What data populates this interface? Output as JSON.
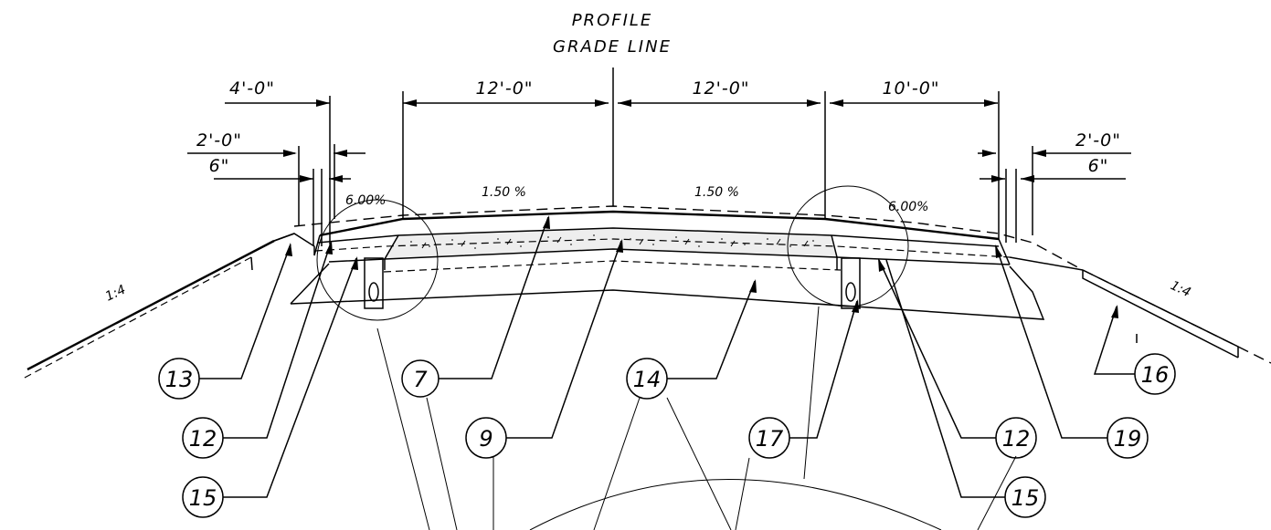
{
  "title": {
    "line1": "PROFILE",
    "line2": "GRADE LINE"
  },
  "dimensions": {
    "left_shoulder": "4'-0\"",
    "lane_left": "12'-0\"",
    "lane_right": "12'-0\"",
    "right_shoulder": "10'-0\"",
    "left_offset": "2'-0\"",
    "left_curb": "6\"",
    "right_offset": "2'-0\"",
    "right_curb": "6\""
  },
  "slopes": {
    "left_shoulder": "6.00%",
    "left_lane": "1.50 %",
    "right_lane": "1.50 %",
    "right_shoulder": "6.00%",
    "left_side": "1:4",
    "right_side": "1:4"
  },
  "callouts": [
    "13",
    "12",
    "15",
    "7",
    "9",
    "14",
    "17",
    "12",
    "15",
    "19",
    "16"
  ],
  "colors": {
    "line": "#000000",
    "background": "#ffffff"
  }
}
